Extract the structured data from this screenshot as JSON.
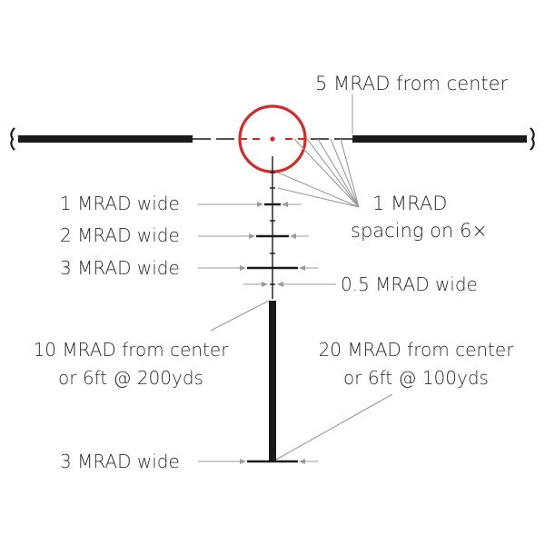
{
  "colors": {
    "reticle": "#1a1a1a",
    "red": "#d42a2a",
    "leader": "#9a9a9a",
    "text": "#2b2b2b"
  },
  "labels": {
    "five_mrad": "5 MRAD from center",
    "one_mrad_spacing_line1": "1 MRAD",
    "one_mrad_spacing_line2": "spacing on 6×",
    "one_mrad_wide": "1 MRAD wide",
    "two_mrad_wide": "2 MRAD wide",
    "three_mrad_wide": "3 MRAD wide",
    "half_mrad_wide": "0.5 MRAD wide",
    "ten_mrad_line1": "10 MRAD from center",
    "ten_mrad_line2": "or 6ft @ 200yds",
    "twenty_mrad_line1": "20 MRAD from center",
    "twenty_mrad_line2": "or 6ft @ 100yds",
    "post_three_mrad_wide": "3 MRAD wide"
  }
}
